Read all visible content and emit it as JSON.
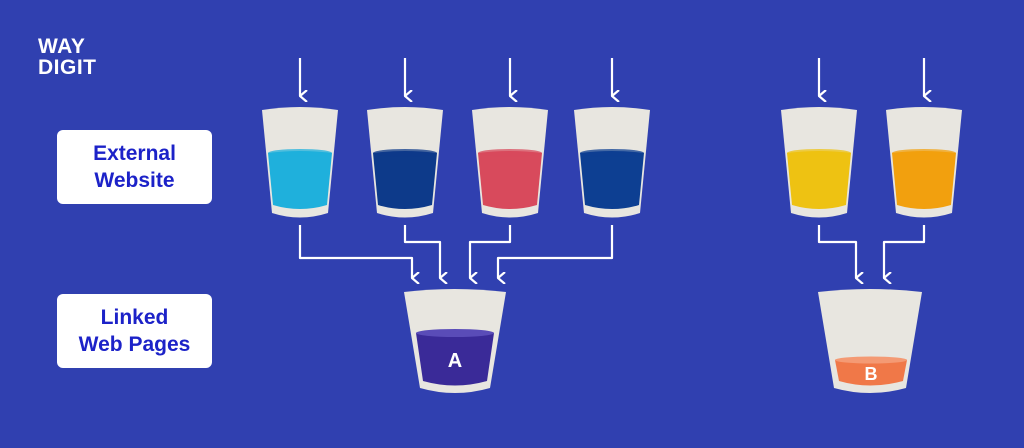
{
  "logo": {
    "line1": "WAY",
    "line2": "DIGIT"
  },
  "labels": {
    "external": "External\nWebsite",
    "linked": "Linked\nWeb Pages"
  },
  "colors": {
    "background": "#3040b0",
    "glass": "#e8e6e0",
    "arrow": "#ffffff",
    "label_text": "#1c22c8",
    "source_glasses": [
      "#1fb0dc",
      "#0d3a8a",
      "#d84a5c",
      "#0d3f92",
      "#eec212",
      "#f2a00e"
    ],
    "target_a": "#3a2a98",
    "target_b": "#f07848"
  },
  "targets": {
    "a_label": "A",
    "b_label": "B",
    "a_fill_level": 0.55,
    "b_fill_level": 0.2
  }
}
